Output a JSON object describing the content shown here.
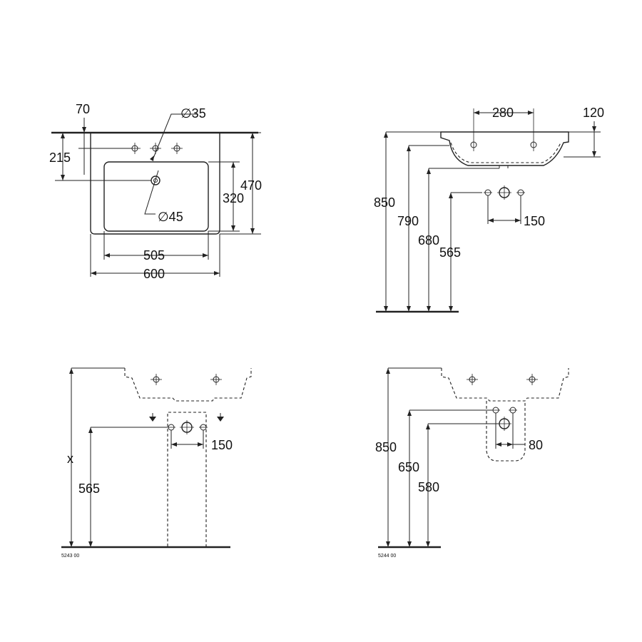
{
  "top_view": {
    "dim_70": "70",
    "dim_35": "∅35",
    "dim_215": "215",
    "dim_470": "470",
    "dim_320": "320",
    "dim_45": "∅45",
    "dim_505": "505",
    "dim_600": "600"
  },
  "side_view": {
    "dim_280": "280",
    "dim_120": "120",
    "dim_850": "850",
    "dim_790": "790",
    "dim_680": "680",
    "dim_565": "565",
    "dim_150": "150"
  },
  "front_view_5243": {
    "dim_x": "x",
    "dim_565": "565",
    "dim_150": "150",
    "article_code": "5243 00"
  },
  "front_view_5244": {
    "dim_850": "850",
    "dim_650": "650",
    "dim_580": "580",
    "dim_80": "80",
    "article_code": "5244 00"
  }
}
